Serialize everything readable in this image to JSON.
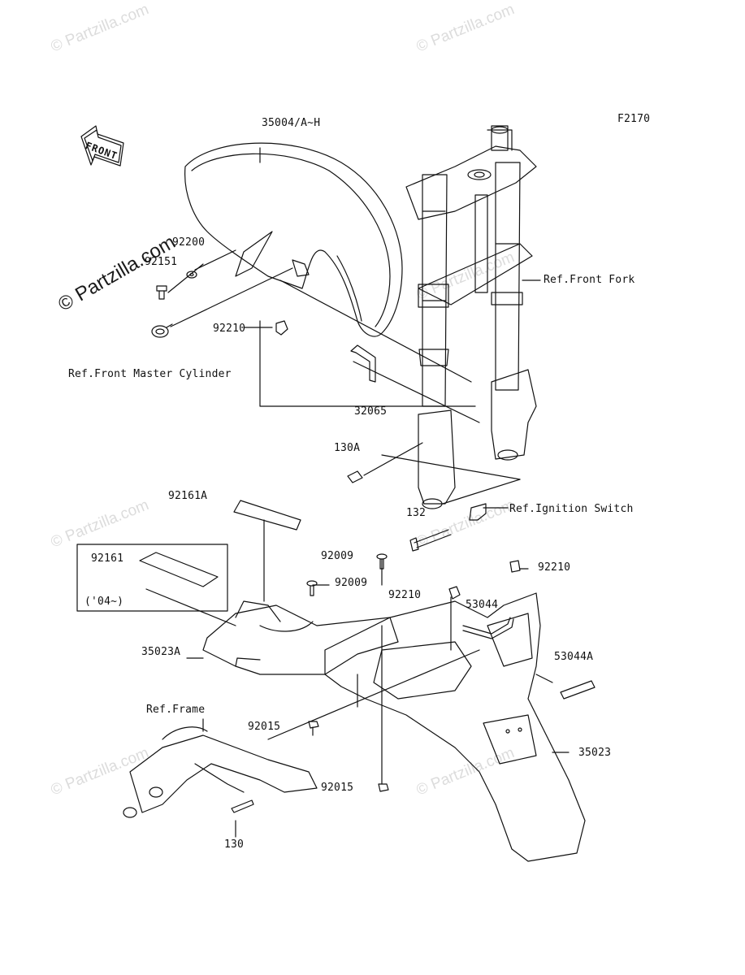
{
  "diagram_code": "F2170",
  "watermark": "© Partzilla.com",
  "front_label": "FRONT",
  "labels": {
    "p35004": "35004/A~H",
    "p92200": "92200",
    "p92151": "92151",
    "p92210_top": "92210",
    "ref_master_cyl": "Ref.Front Master Cylinder",
    "ref_front_fork": "Ref.Front Fork",
    "p32065": "32065",
    "p130A": "130A",
    "p92161A": "92161A",
    "p132": "132",
    "ref_ignition": "Ref.Ignition Switch",
    "p92161": "92161",
    "year_note": "('04~)",
    "p92009_a": "92009",
    "p92009_b": "92009",
    "p92210_mid": "92210",
    "p92210_right": "92210",
    "p53044": "53044",
    "p53044A": "53044A",
    "p35023A": "35023A",
    "ref_frame": "Ref.Frame",
    "p92015_a": "92015",
    "p92015_b": "92015",
    "p35023": "35023",
    "p130": "130"
  }
}
